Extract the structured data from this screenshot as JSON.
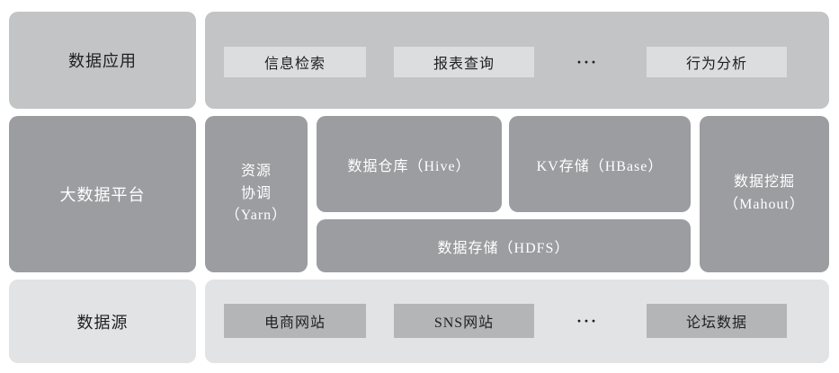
{
  "colors": {
    "background": "#ffffff",
    "app_layer_bg": "#c2c4c6",
    "app_chip_bg": "#dcddde",
    "platform_layer_bg": "#9b9da0",
    "source_layer_bg": "#e2e3e4",
    "source_chip_bg": "#b3b5b7",
    "text_dark": "#1f1f1f",
    "text_light": "#ffffff"
  },
  "app_row": {
    "label": "数据应用",
    "chips": [
      "信息检索",
      "报表查询",
      "行为分析"
    ],
    "ellipsis": "···"
  },
  "platform_row": {
    "label": "大数据平台",
    "yarn_lines": [
      "资源",
      "协调",
      "（Yarn）"
    ],
    "hive": "数据仓库（Hive）",
    "hbase": "KV存储（HBase）",
    "hdfs": "数据存储（HDFS）",
    "mahout_lines": [
      "数据挖掘",
      "（Mahout）"
    ]
  },
  "source_row": {
    "label": "数据源",
    "chips": [
      "电商网站",
      "SNS网站",
      "论坛数据"
    ],
    "ellipsis": "···"
  }
}
